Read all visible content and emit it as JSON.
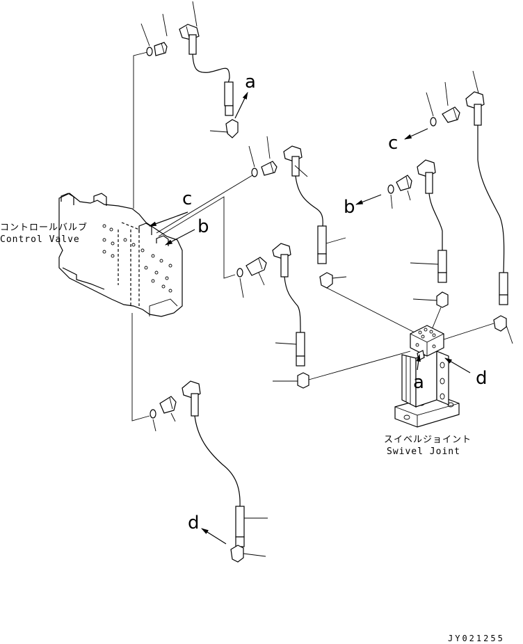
{
  "labels": {
    "control_valve_jp": "コントロールバルブ",
    "control_valve_en": "Control Valve",
    "swivel_joint_jp": "スイベルジョイント",
    "swivel_joint_en": "Swivel Joint",
    "drawing_code": "JY021255"
  },
  "callouts": {
    "a_top": "a",
    "a_joint": "a",
    "b_valve": "b",
    "b_right": "b",
    "c_valve": "c",
    "c_right": "c",
    "d_joint": "d",
    "d_bottom": "d"
  }
}
